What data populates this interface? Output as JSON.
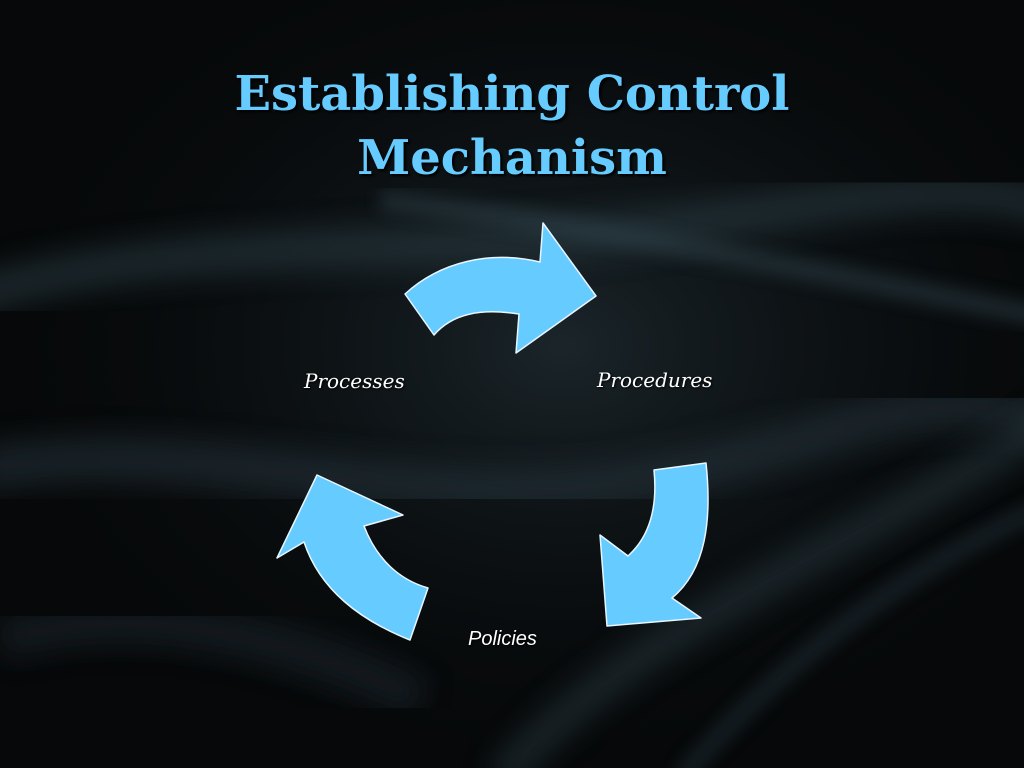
{
  "slide": {
    "title_lines": [
      "Establishing Control",
      "Mechanism"
    ],
    "title_color": "#66ccff",
    "background_color": "#060809"
  },
  "cycle": {
    "arrow_color": "#66ccff",
    "arrow_outline": "#e8f6ff",
    "label_color": "#ffffff",
    "nodes": [
      {
        "label": "Procedures"
      },
      {
        "label": "Policies"
      },
      {
        "label": "Processes"
      }
    ]
  }
}
